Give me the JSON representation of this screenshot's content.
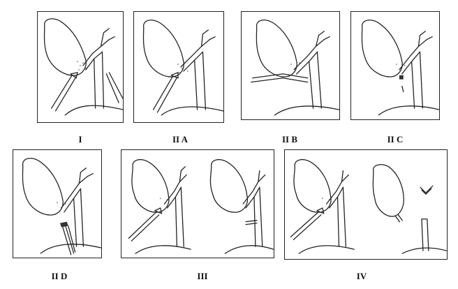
{
  "figure": {
    "labels": {
      "p1": "I",
      "p2a": "II A",
      "p2b": "II B",
      "p2c": "II C",
      "p2d": "II D",
      "p3": "III",
      "p4": "IV"
    }
  }
}
